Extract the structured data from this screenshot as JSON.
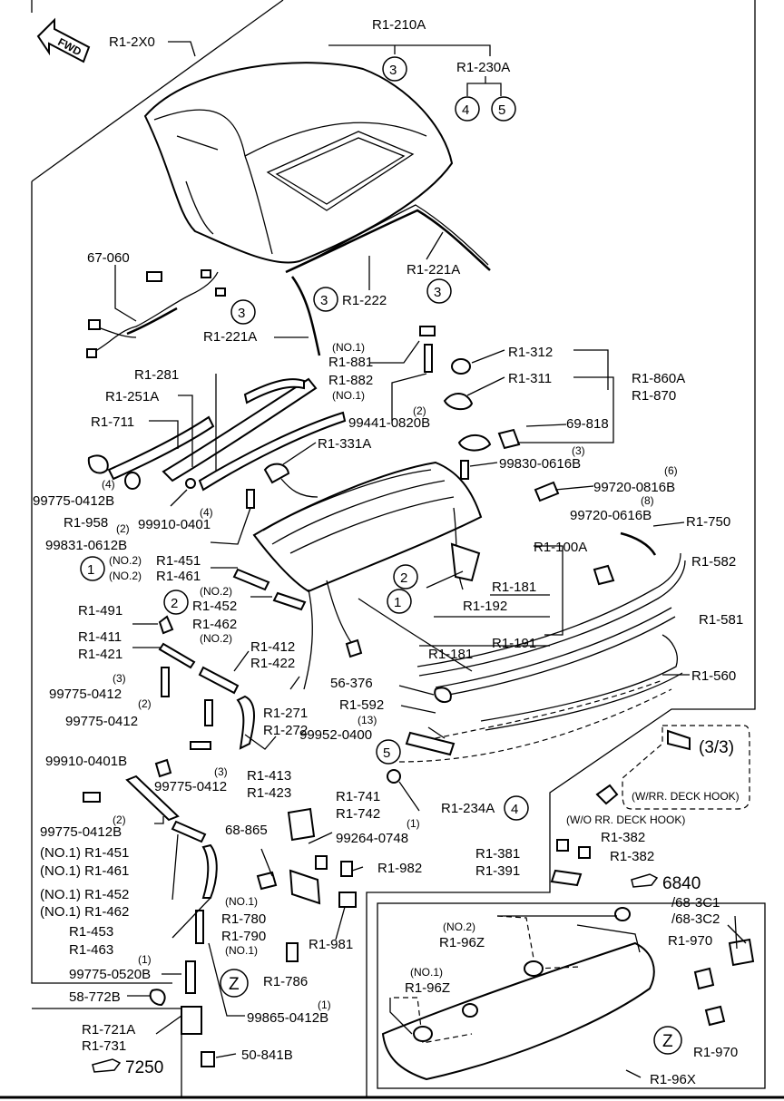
{
  "fwd_label": "FWD",
  "callouts": [
    {
      "id": "c1",
      "text": "R1-2X0"
    },
    {
      "id": "c2",
      "text": "R1-210A"
    },
    {
      "id": "c3",
      "text": "R1-230A"
    },
    {
      "id": "c4",
      "text": "R1-221A"
    },
    {
      "id": "c5",
      "text": "R1-222"
    },
    {
      "id": "c6",
      "text": "R1-221A"
    },
    {
      "id": "c7",
      "text": "67-060"
    },
    {
      "id": "c8",
      "text": "(NO.1)"
    },
    {
      "id": "c9",
      "text": "R1-881"
    },
    {
      "id": "c10",
      "text": "R1-882"
    },
    {
      "id": "c11",
      "text": "(NO.1)"
    },
    {
      "id": "c12",
      "text": "R1-312"
    },
    {
      "id": "c13",
      "text": "R1-311"
    },
    {
      "id": "c14",
      "text": "R1-860A"
    },
    {
      "id": "c15",
      "text": "R1-870"
    },
    {
      "id": "c16",
      "text": "R1-281"
    },
    {
      "id": "c17",
      "text": "R1-251A"
    },
    {
      "id": "c18",
      "text": "R1-711"
    },
    {
      "id": "c19",
      "text": "(2)"
    },
    {
      "id": "c20",
      "text": "99441-0820B"
    },
    {
      "id": "c21",
      "text": "69-818"
    },
    {
      "id": "c22",
      "text": "R1-331A"
    },
    {
      "id": "c23",
      "text": "(3)"
    },
    {
      "id": "c24",
      "text": "99830-0616B"
    },
    {
      "id": "c25",
      "text": "(6)"
    },
    {
      "id": "c26",
      "text": "99720-0816B"
    },
    {
      "id": "c27",
      "text": "(8)"
    },
    {
      "id": "c28",
      "text": "99720-0616B"
    },
    {
      "id": "c29",
      "text": "R1-750"
    },
    {
      "id": "c30",
      "text": "(4)"
    },
    {
      "id": "c31",
      "text": "99775-0412B"
    },
    {
      "id": "c32",
      "text": "R1-958"
    },
    {
      "id": "c33",
      "text": "(4)"
    },
    {
      "id": "c34",
      "text": "99910-0401"
    },
    {
      "id": "c35",
      "text": "(2)"
    },
    {
      "id": "c36",
      "text": "99831-0612B"
    },
    {
      "id": "c37",
      "text": "R1-100A"
    },
    {
      "id": "c38",
      "text": "R1-582"
    },
    {
      "id": "c39",
      "text": "(NO.2)"
    },
    {
      "id": "c40",
      "text": "R1-451"
    },
    {
      "id": "c41",
      "text": "(NO.2)"
    },
    {
      "id": "c42",
      "text": "R1-461"
    },
    {
      "id": "c43",
      "text": "R1-181"
    },
    {
      "id": "c44",
      "text": "R1-192"
    },
    {
      "id": "c45",
      "text": "R1-581"
    },
    {
      "id": "c46",
      "text": "(NO.2)"
    },
    {
      "id": "c47",
      "text": "R1-452"
    },
    {
      "id": "c48",
      "text": "R1-462"
    },
    {
      "id": "c49",
      "text": "(NO.2)"
    },
    {
      "id": "c50",
      "text": "R1-491"
    },
    {
      "id": "c51",
      "text": "R1-191"
    },
    {
      "id": "c52",
      "text": "R1-411"
    },
    {
      "id": "c53",
      "text": "R1-421"
    },
    {
      "id": "c54",
      "text": "R1-412"
    },
    {
      "id": "c55",
      "text": "R1-422"
    },
    {
      "id": "c56",
      "text": "R1-181"
    },
    {
      "id": "c57",
      "text": "R1-560"
    },
    {
      "id": "c58",
      "text": "(3)"
    },
    {
      "id": "c59",
      "text": "99775-0412"
    },
    {
      "id": "c60",
      "text": "56-376"
    },
    {
      "id": "c61",
      "text": "(2)"
    },
    {
      "id": "c62",
      "text": "99775-0412"
    },
    {
      "id": "c63",
      "text": "R1-271"
    },
    {
      "id": "c64",
      "text": "R1-272"
    },
    {
      "id": "c65",
      "text": "R1-592"
    },
    {
      "id": "c66",
      "text": "(13)"
    },
    {
      "id": "c67",
      "text": "99952-0400"
    },
    {
      "id": "c68",
      "text": "99910-0401B"
    },
    {
      "id": "c69",
      "text": "(3)"
    },
    {
      "id": "c70",
      "text": "99775-0412"
    },
    {
      "id": "c71",
      "text": "R1-413"
    },
    {
      "id": "c72",
      "text": "R1-423"
    },
    {
      "id": "c73",
      "text": "(3/3)"
    },
    {
      "id": "c74",
      "text": "(W/RR. DECK HOOK)"
    },
    {
      "id": "c75",
      "text": "R1-234A"
    },
    {
      "id": "c76",
      "text": "R1-741"
    },
    {
      "id": "c77",
      "text": "R1-742"
    },
    {
      "id": "c78",
      "text": "(2)"
    },
    {
      "id": "c79",
      "text": "99775-0412B"
    },
    {
      "id": "c80",
      "text": "(1)"
    },
    {
      "id": "c81",
      "text": "99264-0748"
    },
    {
      "id": "c82",
      "text": "(W/O RR. DECK HOOK)"
    },
    {
      "id": "c83",
      "text": "R1-382"
    },
    {
      "id": "c84",
      "text": "(NO.1) R1-451"
    },
    {
      "id": "c85",
      "text": "(NO.1) R1-461"
    },
    {
      "id": "c86",
      "text": "68-865"
    },
    {
      "id": "c87",
      "text": "R1-381"
    },
    {
      "id": "c88",
      "text": "R1-391"
    },
    {
      "id": "c89",
      "text": "R1-382"
    },
    {
      "id": "c90",
      "text": "R1-982"
    },
    {
      "id": "c91",
      "text": "6840"
    },
    {
      "id": "c92",
      "text": "(NO.1) R1-452"
    },
    {
      "id": "c93",
      "text": "(NO.1) R1-462"
    },
    {
      "id": "c94",
      "text": "(NO.1)"
    },
    {
      "id": "c95",
      "text": "R1-780"
    },
    {
      "id": "c96",
      "text": "/68-3C1"
    },
    {
      "id": "c97",
      "text": "/68-3C2"
    },
    {
      "id": "c98",
      "text": "R1-453"
    },
    {
      "id": "c99",
      "text": "R1-463"
    },
    {
      "id": "c100",
      "text": "R1-790"
    },
    {
      "id": "c101",
      "text": "(NO.1)"
    },
    {
      "id": "c102",
      "text": "R1-981"
    },
    {
      "id": "c103",
      "text": "(NO.2)"
    },
    {
      "id": "c104",
      "text": "R1-96Z"
    },
    {
      "id": "c105",
      "text": "R1-970"
    },
    {
      "id": "c106",
      "text": "(1)"
    },
    {
      "id": "c107",
      "text": "99775-0520B"
    },
    {
      "id": "c108",
      "text": "R1-786"
    },
    {
      "id": "c109",
      "text": "(NO.1)"
    },
    {
      "id": "c110",
      "text": "R1-96Z"
    },
    {
      "id": "c111",
      "text": "58-772B"
    },
    {
      "id": "c112",
      "text": "(1)"
    },
    {
      "id": "c113",
      "text": "99865-0412B"
    },
    {
      "id": "c114",
      "text": "R1-721A"
    },
    {
      "id": "c115",
      "text": "R1-731"
    },
    {
      "id": "c116",
      "text": "R1-970"
    },
    {
      "id": "c117",
      "text": "7250"
    },
    {
      "id": "c118",
      "text": "50-841B"
    },
    {
      "id": "c119",
      "text": "R1-96X"
    }
  ],
  "circled_numbers": [
    {
      "id": "n1",
      "text": "3"
    },
    {
      "id": "n2",
      "text": "4"
    },
    {
      "id": "n3",
      "text": "5"
    },
    {
      "id": "n4",
      "text": "3"
    },
    {
      "id": "n5",
      "text": "3"
    },
    {
      "id": "n6",
      "text": "3"
    },
    {
      "id": "n7",
      "text": "1"
    },
    {
      "id": "n8",
      "text": "2"
    },
    {
      "id": "n9",
      "text": "1"
    },
    {
      "id": "n10",
      "text": "2"
    },
    {
      "id": "n11",
      "text": "5"
    },
    {
      "id": "n12",
      "text": "4"
    },
    {
      "id": "n13",
      "text": "Z"
    },
    {
      "id": "n14",
      "text": "Z"
    }
  ]
}
